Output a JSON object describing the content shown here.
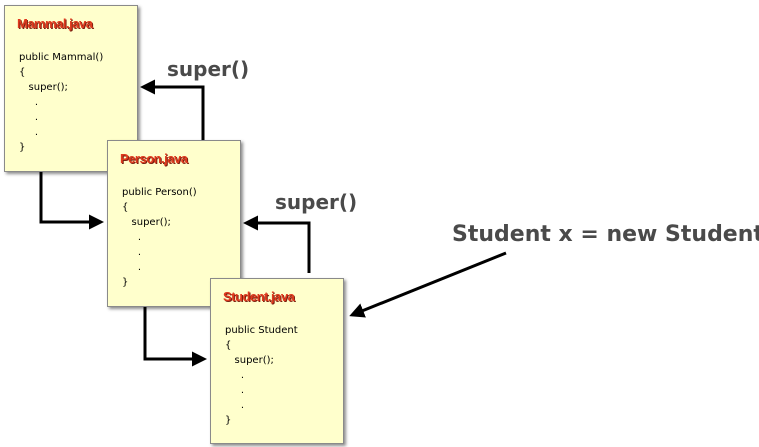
{
  "cards": {
    "mammal": {
      "filename": "Mammal.java",
      "code_lines": [
        "public Mammal()",
        "{",
        "   super();",
        "     .",
        "     .",
        "     .",
        "}"
      ]
    },
    "person": {
      "filename": "Person.java",
      "code_lines": [
        "public Person()",
        "{",
        "   super();",
        "     .",
        "     .",
        "     .",
        "}"
      ]
    },
    "student": {
      "filename": "Student.java",
      "code_lines": [
        "public Student",
        "{",
        "   super();",
        "     .",
        "     .",
        "     .",
        "}"
      ]
    }
  },
  "labels": {
    "super_upper": "super()",
    "super_lower": "super()",
    "statement": "Student x = new Student();"
  },
  "colors": {
    "card_fill": "#ffffcc",
    "filename_color": "#e03a1e",
    "label_color": "#4a4a4a",
    "arrow_color": "#000000"
  }
}
